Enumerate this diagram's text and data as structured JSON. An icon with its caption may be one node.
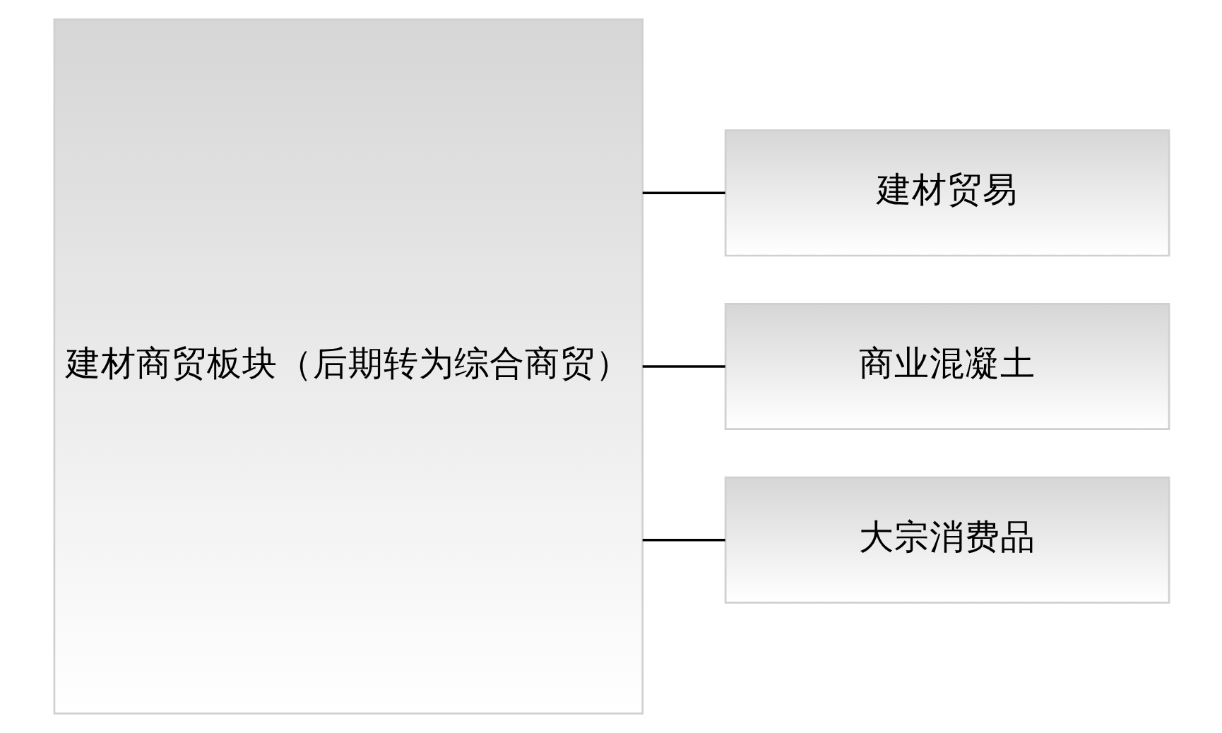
{
  "diagram": {
    "nodes": [
      {
        "text": [
          "建材商贸板块（后期转为综合商贸）"
        ]
      },
      {
        "text": [
          "建材贸易"
        ]
      },
      {
        "text": [
          "商业混凝土"
        ]
      },
      {
        "text": [
          "大宗消费品"
        ]
      }
    ],
    "edges": [
      {
        "from": 0,
        "to": 1,
        "arrow": "none"
      },
      {
        "from": 0,
        "to": 2,
        "arrow": "none"
      },
      {
        "from": 0,
        "to": 3,
        "arrow": "none"
      }
    ]
  }
}
